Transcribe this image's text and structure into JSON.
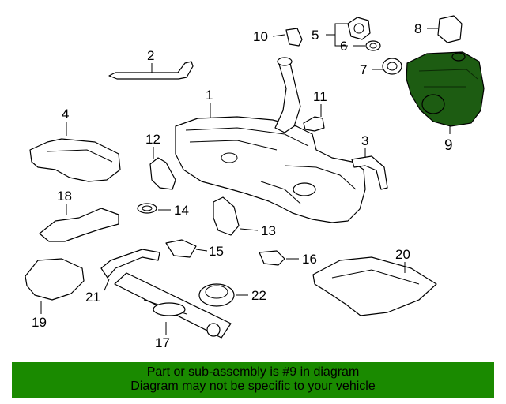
{
  "highlight_color": "#1d5c12",
  "footer_color": "#1a8a00",
  "callouts": {
    "c1": "1",
    "c2": "2",
    "c3": "3",
    "c4": "4",
    "c5": "5",
    "c6": "6",
    "c7": "7",
    "c8": "8",
    "c9": "9",
    "c10": "10",
    "c11": "11",
    "c12": "12",
    "c13": "13",
    "c14": "14",
    "c15": "15",
    "c16": "16",
    "c17": "17",
    "c18": "18",
    "c19": "19",
    "c20": "20",
    "c21": "21",
    "c22": "22"
  },
  "footer": {
    "line1": "Part or sub-assembly is #9 in diagram",
    "line2": "Diagram may not be specific to your vehicle"
  }
}
